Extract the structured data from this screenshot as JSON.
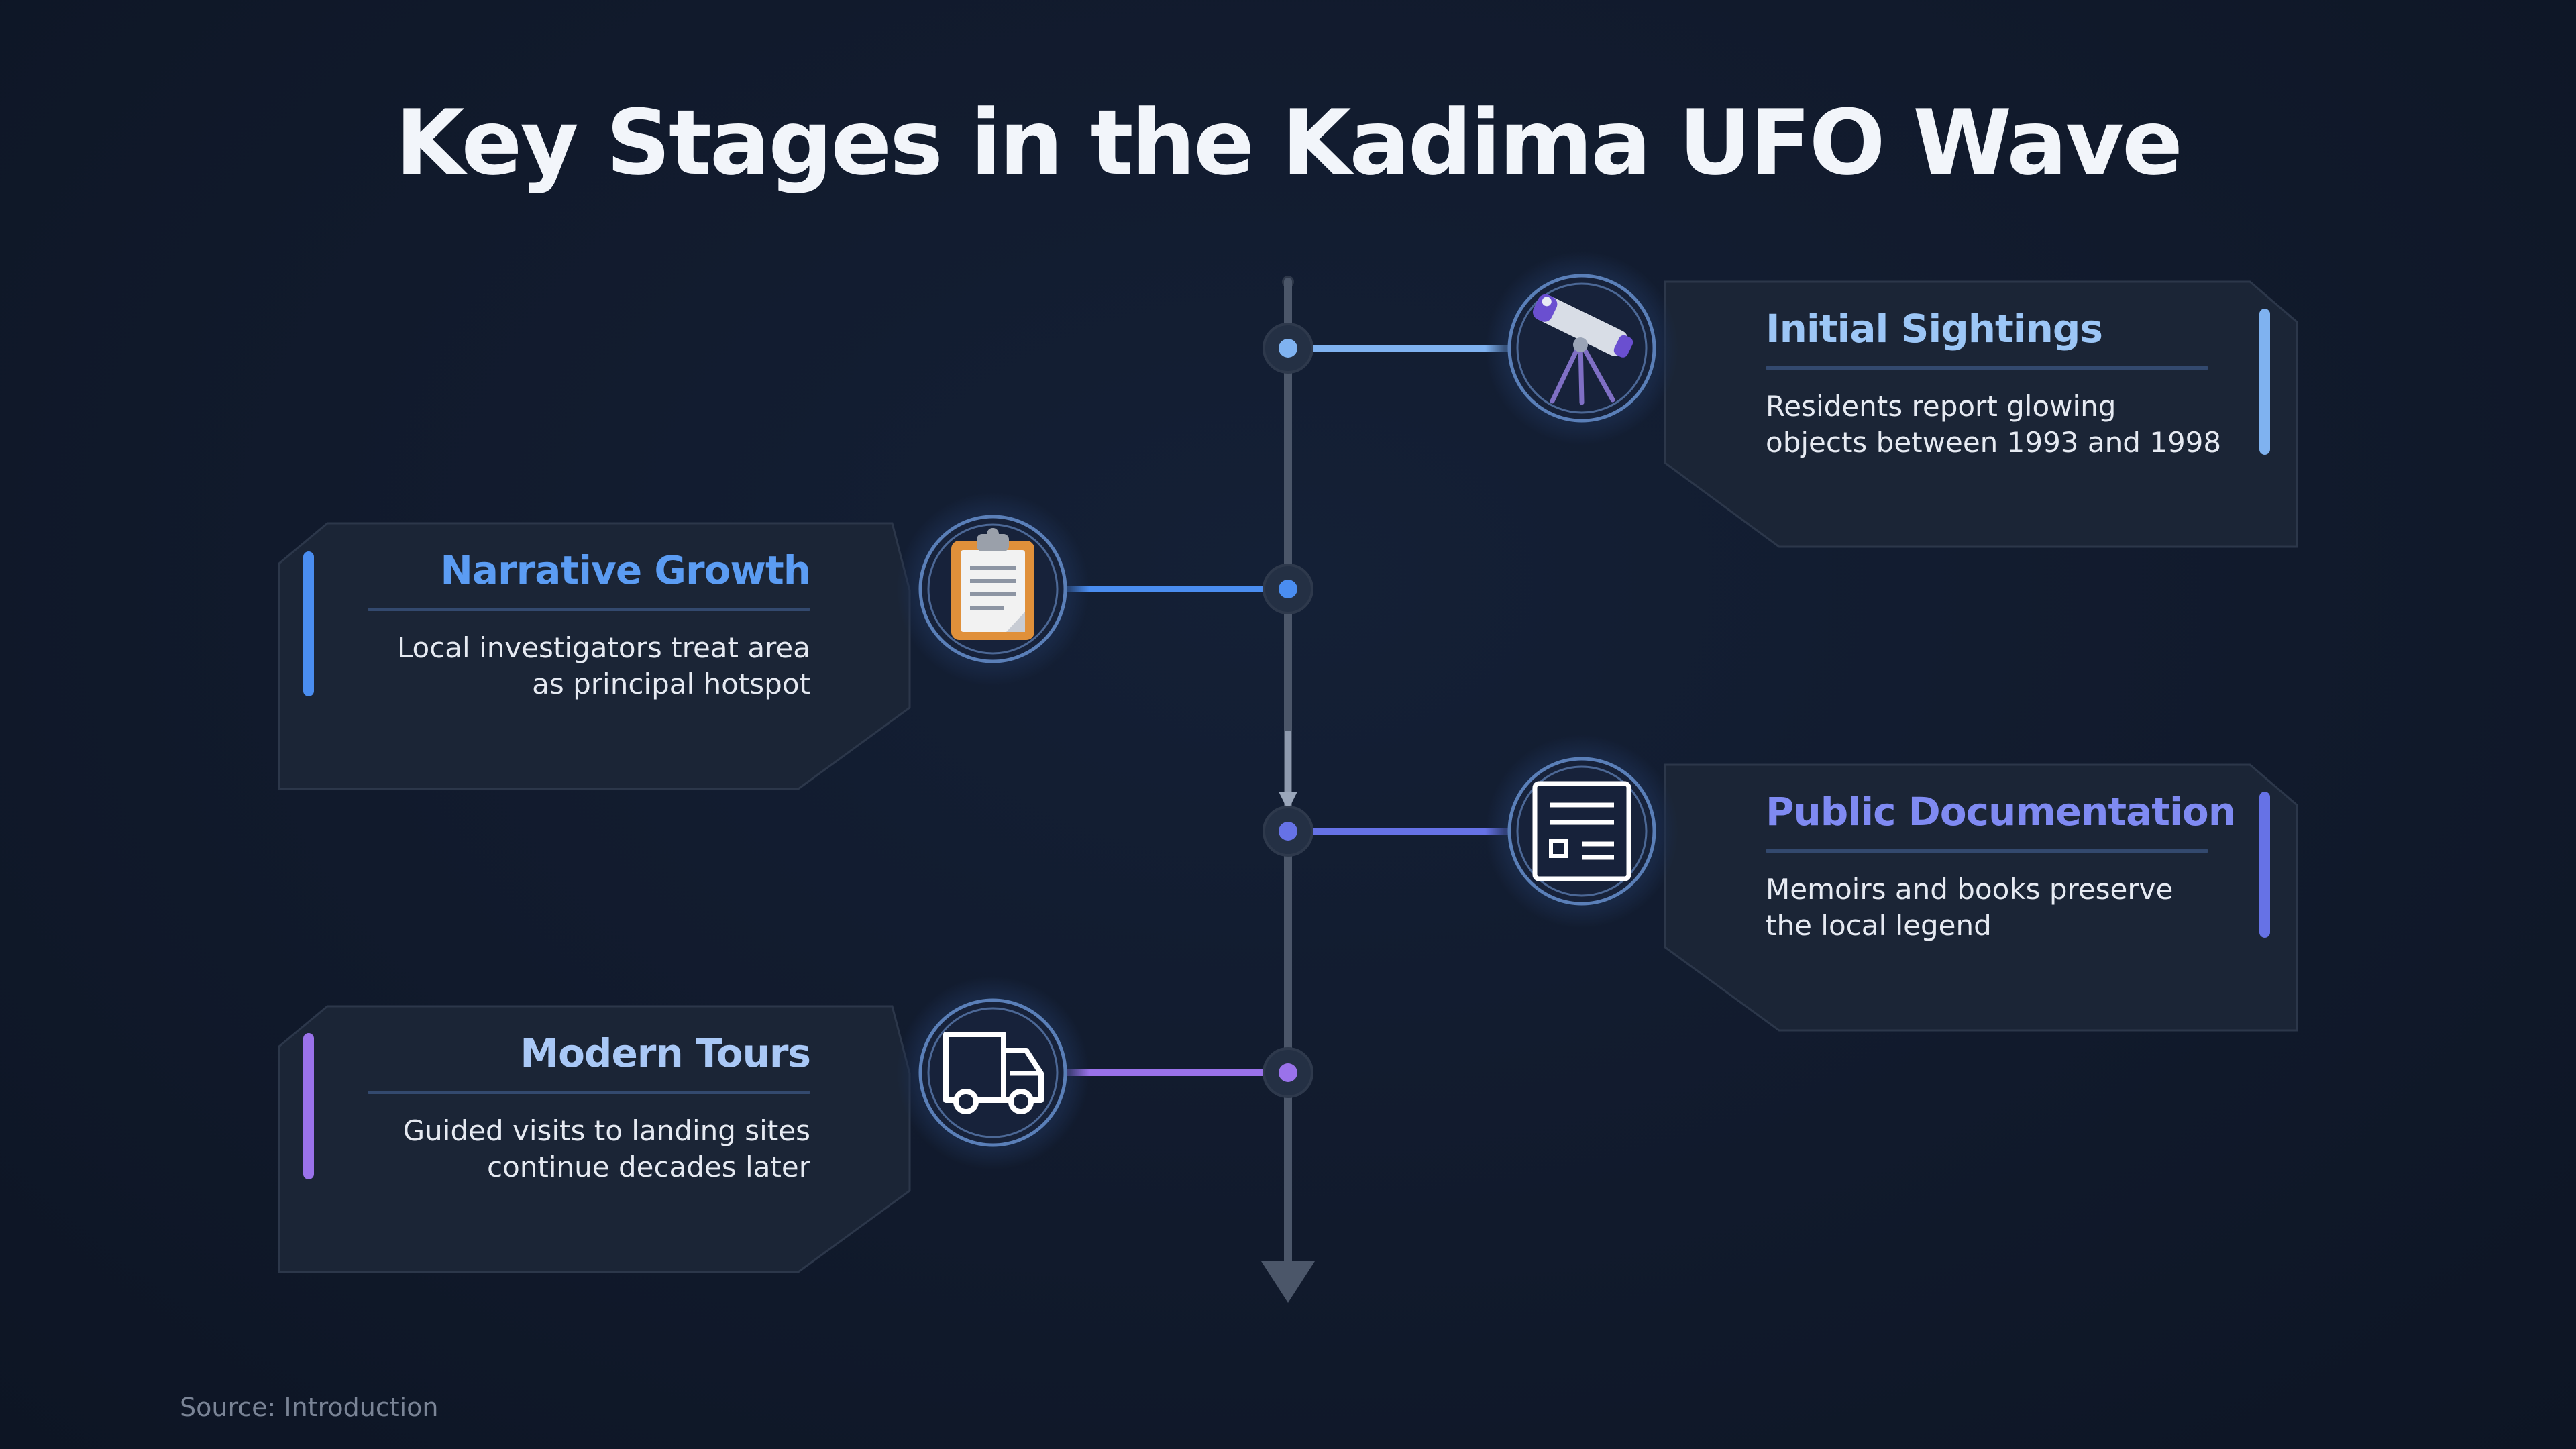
{
  "title": "Key Stages in the Kadima UFO Wave",
  "source": "Source: Introduction",
  "colors": {
    "background": "#111a2c",
    "card": "#1b2536",
    "timeline": "#4b5669",
    "title_text": "#f2f5fa"
  },
  "stages": [
    {
      "title": "Initial Sightings",
      "description_lines": [
        "Residents report glowing",
        "objects between 1993 and 1998"
      ],
      "icon": "telescope-icon",
      "side": "right",
      "accent": "#7fb2f0",
      "title_color": "#9cc6f6"
    },
    {
      "title": "Narrative Growth",
      "description_lines": [
        "Local investigators treat area",
        "as principal hotspot"
      ],
      "icon": "clipboard-icon",
      "side": "left",
      "accent": "#4a8df0",
      "title_color": "#5b9cf3"
    },
    {
      "title": "Public Documentation",
      "description_lines": [
        "Memoirs and books preserve",
        "the local legend"
      ],
      "icon": "document-icon",
      "side": "right",
      "accent": "#6672e6",
      "title_color": "#7f8af2"
    },
    {
      "title": "Modern Tours",
      "description_lines": [
        "Guided visits to landing sites",
        "continue decades later"
      ],
      "icon": "delivery-truck-icon",
      "side": "left",
      "accent": "#9a72ea",
      "title_color": "#a9c8f6"
    }
  ]
}
